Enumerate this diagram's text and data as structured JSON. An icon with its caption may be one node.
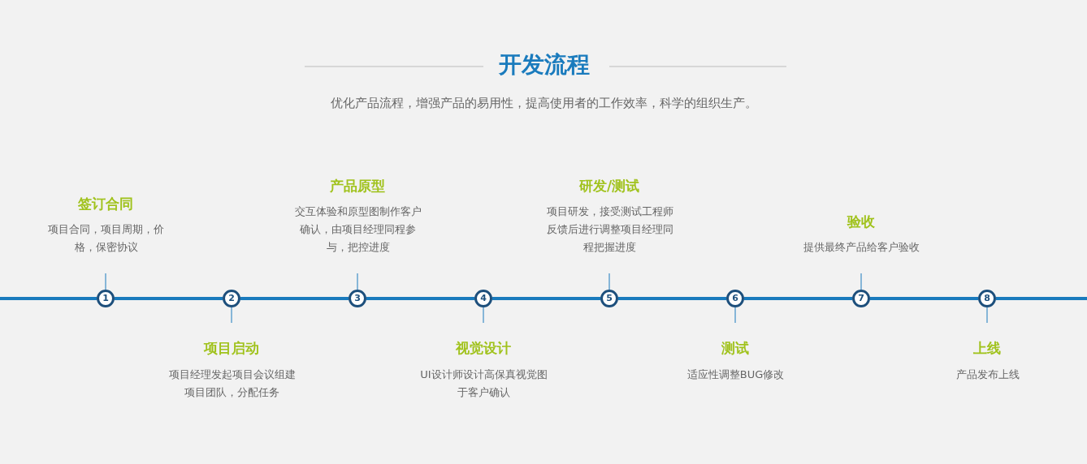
{
  "diagram": {
    "title": "开发流程",
    "caption": "优化产品流程，增强产品的易用性，提高使用者的工作效率，科学的组织生产。",
    "nodes": [
      {
        "text": [
          "1"
        ],
        "beside": [
          "签订合同",
          "项目合同，项目周期，价格，保密协议"
        ]
      },
      {
        "text": [
          "2"
        ],
        "beside": [
          "项目启动",
          "项目经理发起项目会议组建项目团队，分配任务"
        ]
      },
      {
        "text": [
          "3"
        ],
        "beside": [
          "产品原型",
          "交互体验和原型图制作客户确认，由项目经理同程参与，把控进度"
        ]
      },
      {
        "text": [
          "4"
        ],
        "beside": [
          "视觉设计",
          "UI设计师设计高保真视觉图于客户确认"
        ]
      },
      {
        "text": [
          "5"
        ],
        "beside": [
          "研发/测试",
          "项目研发，接受测试工程师反馈后进行调整项目经理同程把握进度"
        ]
      },
      {
        "text": [
          "6"
        ],
        "beside": [
          "测试",
          "适应性调整BUG修改"
        ]
      },
      {
        "text": [
          "7"
        ],
        "beside": [
          "验收",
          "提供最终产品给客户验收"
        ]
      },
      {
        "text": [
          "8"
        ],
        "beside": [
          "上线",
          "产品发布上线"
        ]
      }
    ],
    "edges": [
      {
        "from": null,
        "to": 0,
        "arrow": "none"
      },
      {
        "from": 0,
        "to": 1,
        "arrow": "none"
      },
      {
        "from": 1,
        "to": 2,
        "arrow": "none"
      },
      {
        "from": 2,
        "to": 3,
        "arrow": "none"
      },
      {
        "from": 3,
        "to": 4,
        "arrow": "none"
      },
      {
        "from": 4,
        "to": 5,
        "arrow": "none"
      },
      {
        "from": 5,
        "to": 6,
        "arrow": "none"
      },
      {
        "from": 6,
        "to": 7,
        "arrow": "none"
      },
      {
        "from": 7,
        "to": null,
        "arrow": "none"
      }
    ]
  }
}
